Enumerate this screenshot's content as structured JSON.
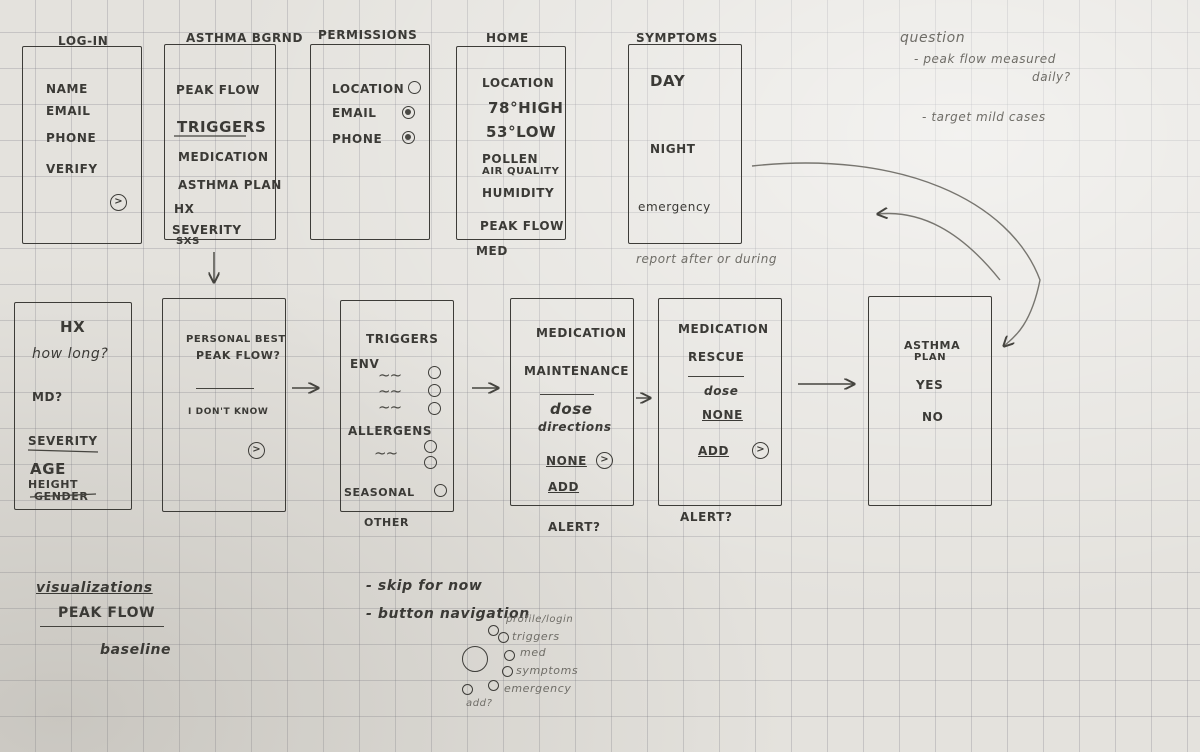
{
  "row1": {
    "login": {
      "title": "LOG-IN",
      "fields": [
        "NAME",
        "EMAIL",
        "PHONE",
        "VERIFY"
      ]
    },
    "asthma_bgrnd": {
      "title": "ASTHMA BGRND",
      "items": [
        "PEAK FLOW",
        "TRIGGERS",
        "MEDICATION",
        "ASTHMA PLAN",
        "HX",
        "SEVERITY",
        "SXS"
      ]
    },
    "permissions": {
      "title": "PERMISSIONS",
      "items": [
        "LOCATION",
        "EMAIL",
        "PHONE"
      ]
    },
    "home": {
      "title": "HOME",
      "location": "LOCATION",
      "high": "78°HIGH",
      "low": "53°LOW",
      "pollen": "POLLEN",
      "air_quality": "AIR QUALITY",
      "humidity": "HUMIDITY",
      "peak_flow": "PEAK FLOW",
      "med": "MED"
    },
    "symptoms": {
      "title": "SYMPTOMS",
      "day": "DAY",
      "night": "NIGHT",
      "emergency": "emergency",
      "note": "report after or during"
    }
  },
  "question_note": {
    "title": "question",
    "line1": "- peak flow measured",
    "line2": "daily?",
    "line3": "- target mild cases"
  },
  "row2": {
    "hx": {
      "title": "HX",
      "how_long": "how long?",
      "md": "MD?",
      "severity": "SEVERITY",
      "age": "AGE",
      "height": "HEIGHT",
      "gender": "GENDER"
    },
    "personal_best": {
      "line1": "PERSONAL BEST",
      "line2": "PEAK FLOW?",
      "dont_know": "I DON'T KNOW"
    },
    "triggers": {
      "title": "TRIGGERS",
      "env": "ENV",
      "allergens": "ALLERGENS",
      "seasonal": "SEASONAL",
      "other": "OTHER"
    },
    "med_maintenance": {
      "title": "MEDICATION",
      "sub": "MAINTENANCE",
      "dose": "dose",
      "directions": "directions",
      "none": "NONE",
      "add": "ADD",
      "alert": "ALERT?"
    },
    "med_rescue": {
      "title": "MEDICATION",
      "sub": "RESCUE",
      "dose": "dose",
      "none": "NONE",
      "add": "ADD",
      "alert": "ALERT?"
    },
    "asthma_plan": {
      "title1": "ASTHMA",
      "title2": "PLAN",
      "yes": "YES",
      "no": "NO"
    }
  },
  "bottom": {
    "visualizations": "visualizations",
    "peak_flow": "PEAK FLOW",
    "baseline": "baseline",
    "skip": "- skip for now",
    "button_nav": "- button navigation",
    "nav_items": [
      "profile/login",
      "triggers",
      "med",
      "symptoms",
      "emergency"
    ],
    "add": "add?"
  }
}
